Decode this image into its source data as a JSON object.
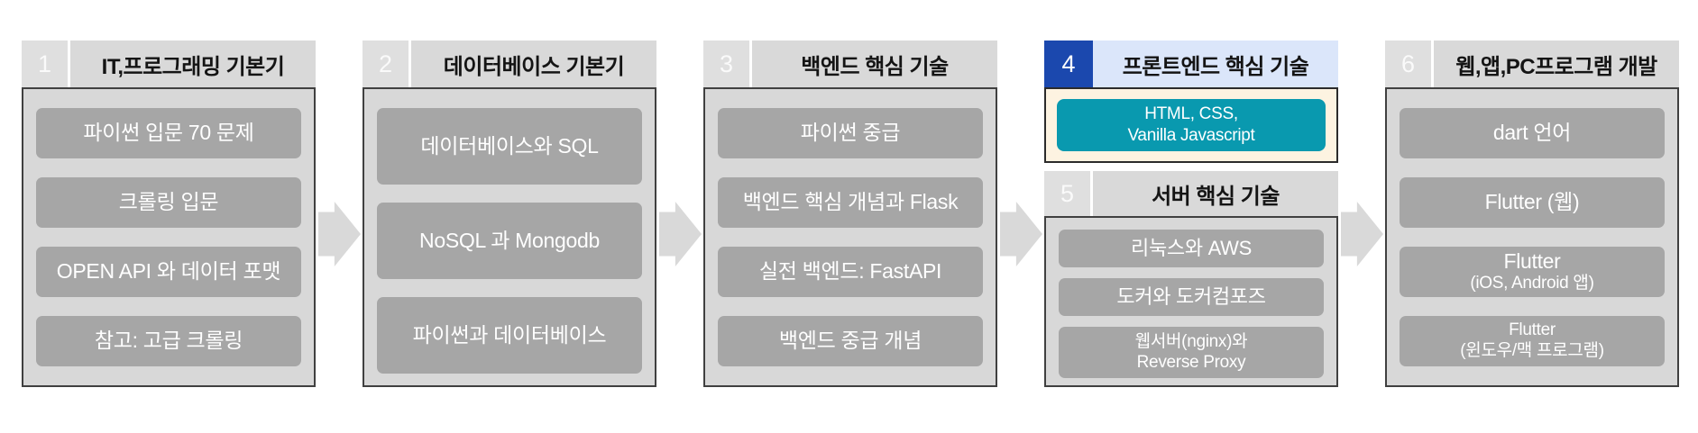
{
  "diagram_title": "backend-frontend learning roadmap",
  "colors": {
    "accent_blue": "#1b48ae",
    "header_light_blue": "#dbe6fa",
    "highlight_cream": "#fdf3e1",
    "highlight_teal": "#0999af",
    "header_gray": "#d9d9d9",
    "body_gray": "#d8d8d8",
    "item_gray": "#a6a6a6",
    "arrow_gray": "#d9d9d9",
    "border_dark": "#404040"
  },
  "sections": [
    {
      "number": "1",
      "title": "IT,프로그래밍 기본기",
      "items": [
        {
          "lines": [
            "파이썬 입문 70 문제"
          ]
        },
        {
          "lines": [
            "크롤링 입문"
          ]
        },
        {
          "lines": [
            "OPEN API 와 데이터 포맷"
          ]
        },
        {
          "lines": [
            "참고: 고급 크롤링"
          ]
        }
      ]
    },
    {
      "number": "2",
      "title": "데이터베이스 기본기",
      "items": [
        {
          "lines": [
            "데이터베이스와 SQL"
          ]
        },
        {
          "lines": [
            "NoSQL 과 Mongodb"
          ]
        },
        {
          "lines": [
            "파이썬과 데이터베이스"
          ]
        }
      ]
    },
    {
      "number": "3",
      "title": "백엔드 핵심 기술",
      "items": [
        {
          "lines": [
            "파이썬 중급"
          ]
        },
        {
          "lines": [
            "백엔드 핵심 개념과 Flask"
          ]
        },
        {
          "lines": [
            "실전 백엔드: FastAPI"
          ]
        },
        {
          "lines": [
            "백엔드 중급 개념"
          ]
        }
      ]
    },
    {
      "number": "4",
      "title": "프론트엔드 핵심 기술",
      "highlighted": true,
      "items": [
        {
          "lines": [
            "HTML, CSS,",
            "Vanilla Javascript"
          ]
        }
      ]
    },
    {
      "number": "5",
      "title": "서버 핵심 기술",
      "items": [
        {
          "lines": [
            "리눅스와 AWS"
          ]
        },
        {
          "lines": [
            "도커와 도커컴포즈"
          ]
        },
        {
          "lines": [
            "웹서버(nginx)와",
            "Reverse Proxy"
          ]
        }
      ]
    },
    {
      "number": "6",
      "title": "웹,앱,PC프로그램 개발",
      "items": [
        {
          "lines": [
            "dart 언어"
          ]
        },
        {
          "lines": [
            "Flutter (웹)"
          ]
        },
        {
          "lines": [
            "Flutter",
            "(iOS, Android 앱)"
          ]
        },
        {
          "lines": [
            "Flutter",
            "(윈도우/맥 프로그램)"
          ]
        }
      ]
    }
  ]
}
